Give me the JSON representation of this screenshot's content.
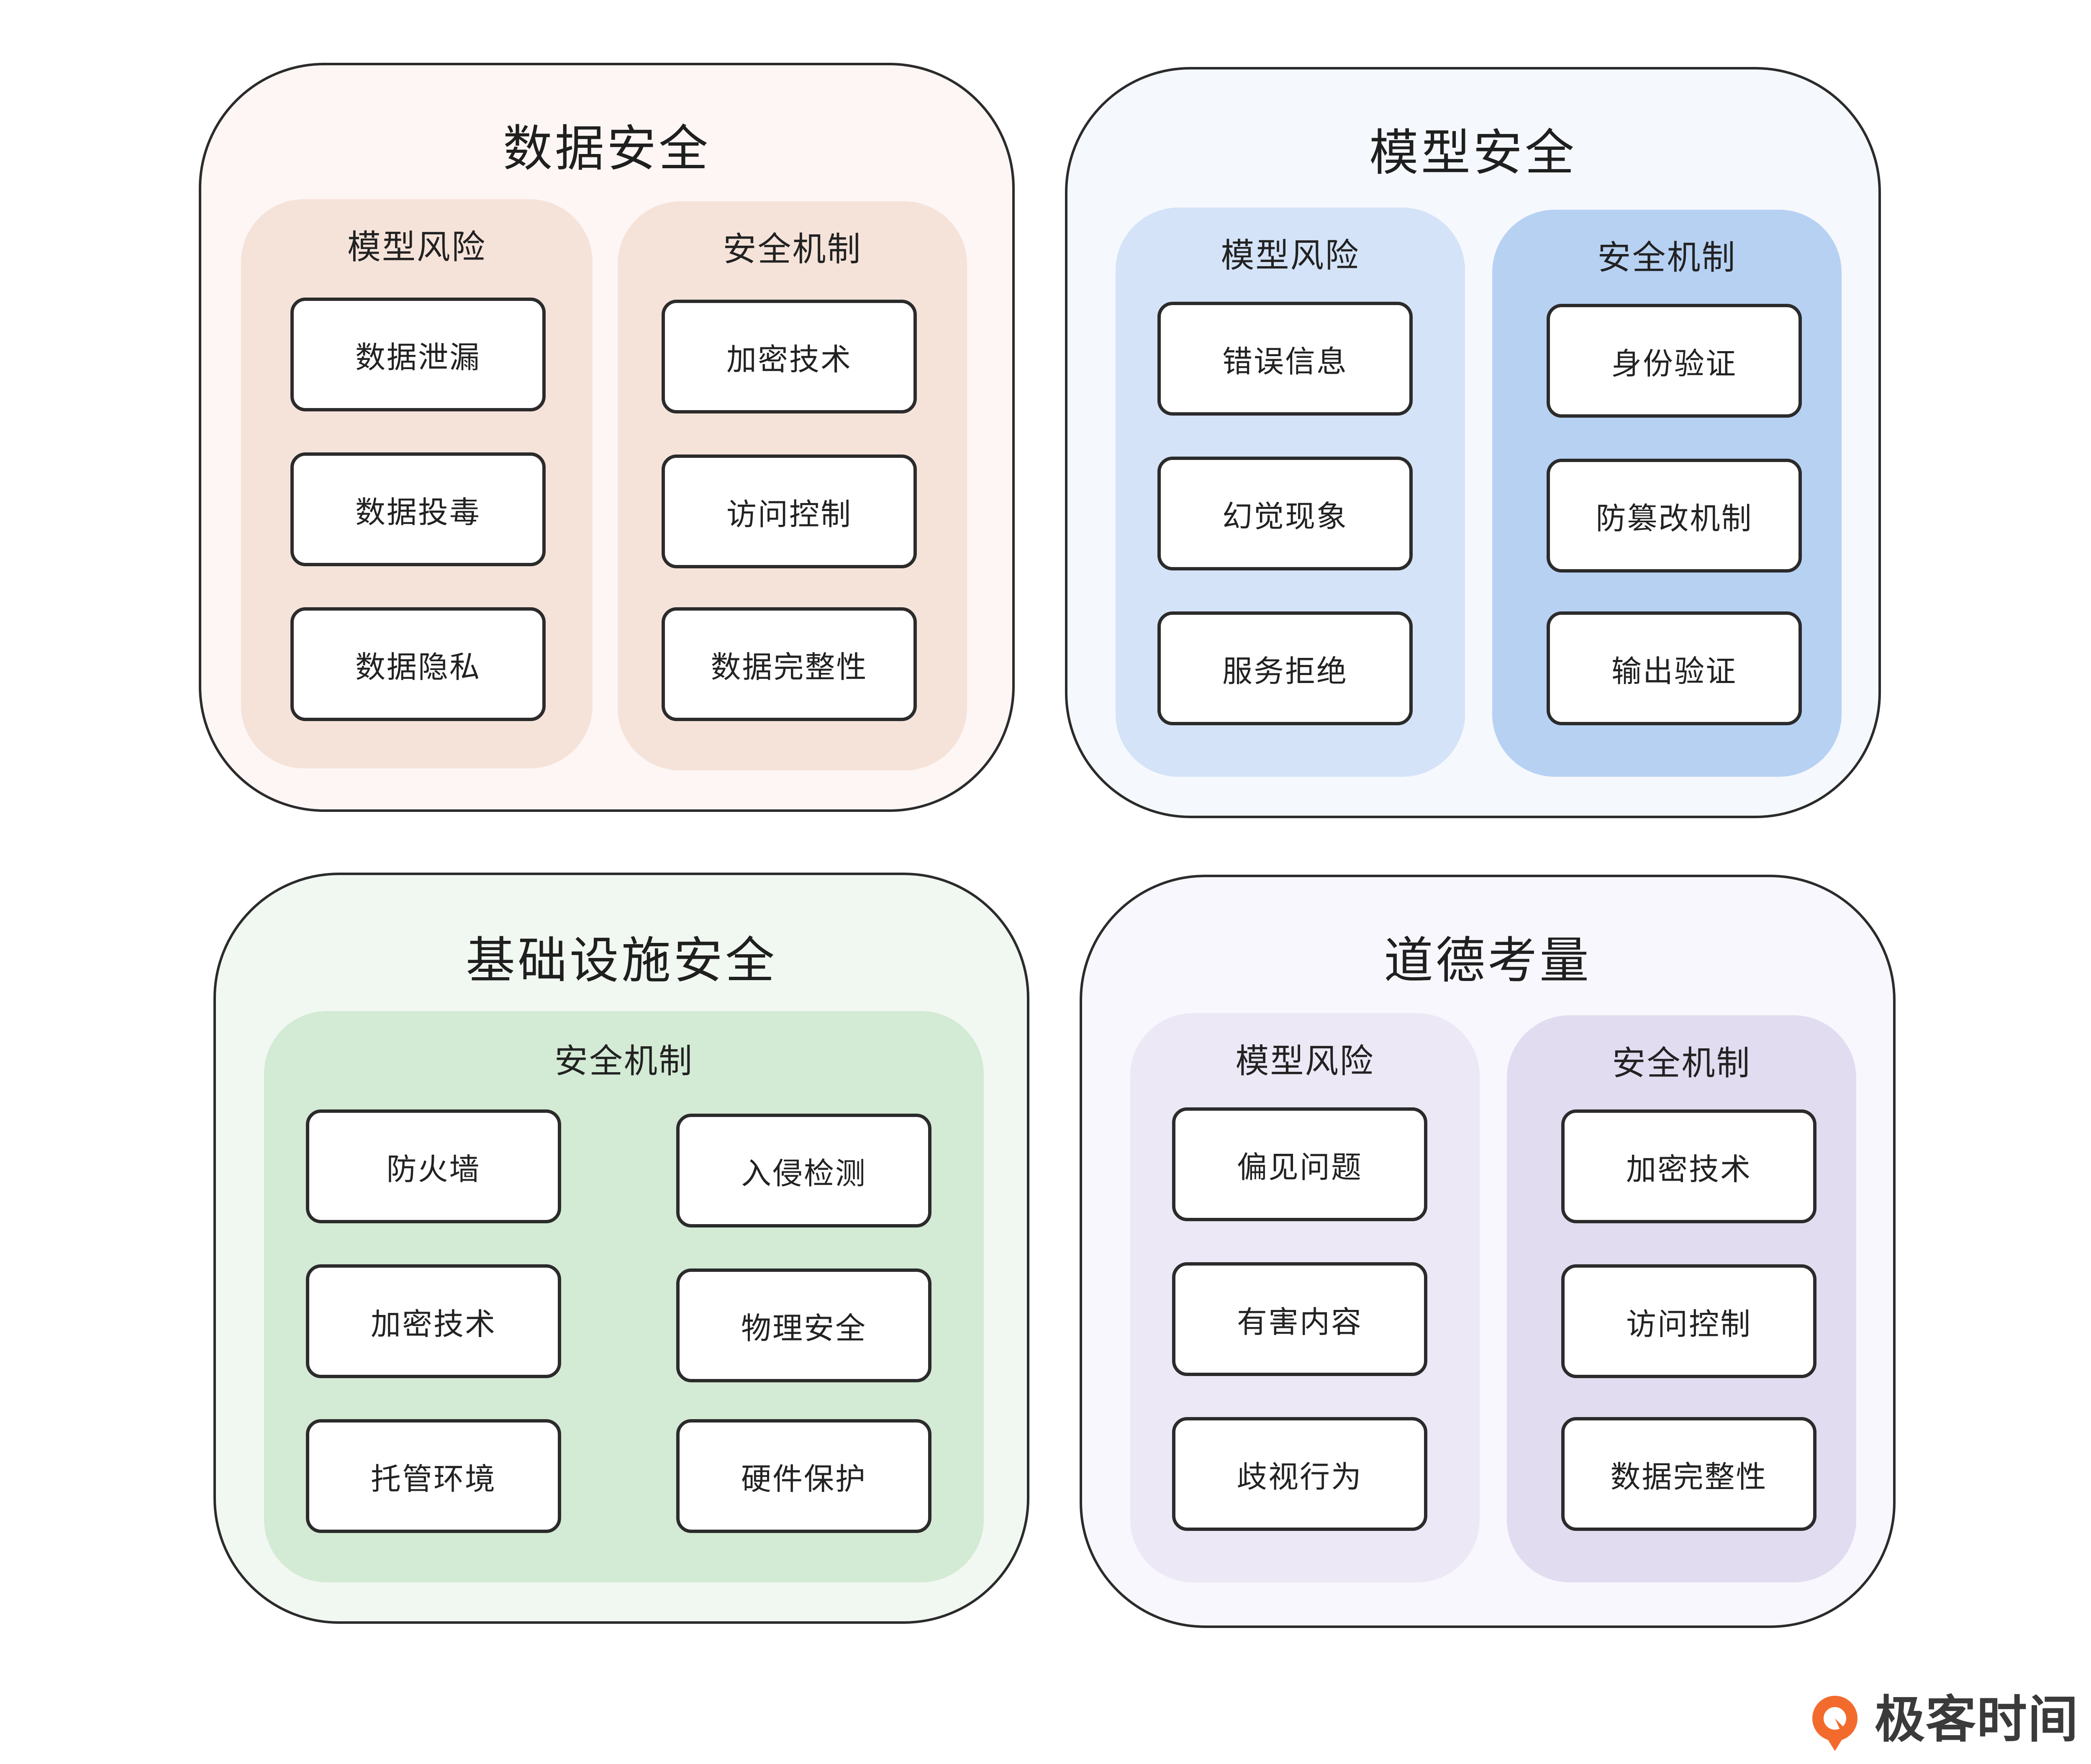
{
  "panels": {
    "data_security": {
      "title": "数据安全",
      "risk": {
        "title": "模型风险",
        "items": [
          "数据泄漏",
          "数据投毒",
          "数据隐私"
        ]
      },
      "mechanism": {
        "title": "安全机制",
        "items": [
          "加密技术",
          "访问控制",
          "数据完整性"
        ]
      }
    },
    "model_security": {
      "title": "模型安全",
      "risk": {
        "title": "模型风险",
        "items": [
          "错误信息",
          "幻觉现象",
          "服务拒绝"
        ]
      },
      "mechanism": {
        "title": "安全机制",
        "items": [
          "身份验证",
          "防篡改机制",
          "输出验证"
        ]
      }
    },
    "infra_security": {
      "title": "基础设施安全",
      "mechanism": {
        "title": "安全机制",
        "items": [
          "防火墙",
          "入侵检测",
          "加密技术",
          "物理安全",
          "托管环境",
          "硬件保护"
        ]
      }
    },
    "ethics": {
      "title": "道德考量",
      "risk": {
        "title": "模型风险",
        "items": [
          "偏见问题",
          "有害内容",
          "歧视行为"
        ]
      },
      "mechanism": {
        "title": "安全机制",
        "items": [
          "加密技术",
          "访问控制",
          "数据完整性"
        ]
      }
    }
  },
  "logo": {
    "text": "极客时间",
    "icon": "geektime-logo-icon",
    "color": "#f26b2d"
  }
}
